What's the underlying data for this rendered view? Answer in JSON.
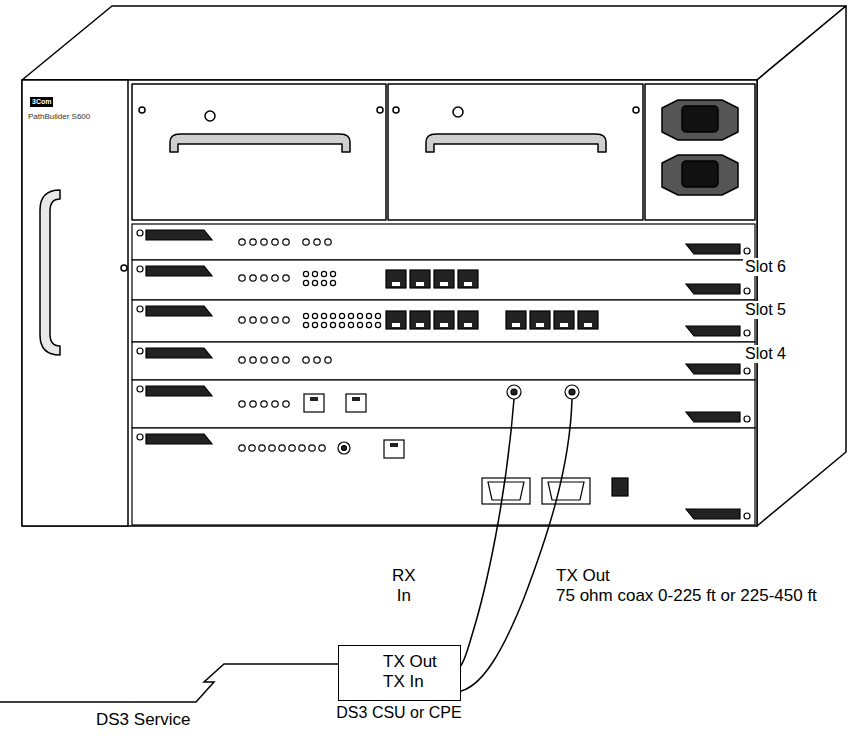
{
  "diagram": {
    "nodes": [
      {
        "text": [
          "TX Out",
          "TX In",
          "DS3 CSU or CPE"
        ]
      }
    ],
    "labels": [
      "3Com",
      "PathBuilder S600",
      "Slot 6",
      "Slot 5",
      "Slot 4",
      "RX In",
      "TX Out 75 ohm coax 0-225 ft or 225-450 ft",
      "DS3 Service"
    ]
  }
}
